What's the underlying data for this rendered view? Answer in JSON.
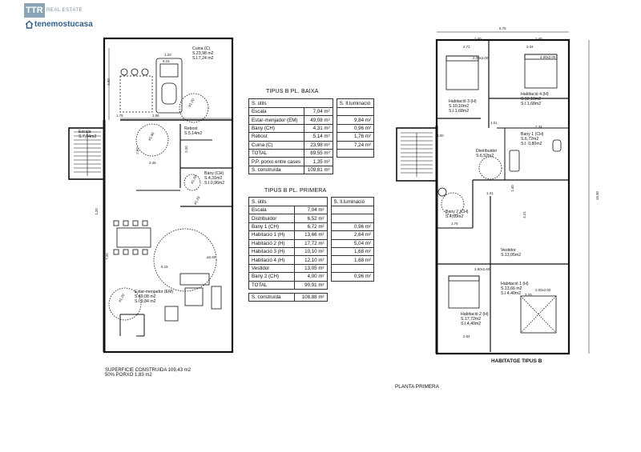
{
  "brand": {
    "logo_text": "TTR",
    "logo_sub": "REAL ESTATE",
    "site": "tenemostucasa",
    "home_icon": "house-outline-icon",
    "color": "#2f5f8a"
  },
  "ground_floor": {
    "rooms": {
      "cuina": [
        "Cuina (C)",
        "S.23,98 m2",
        "S.I.7,24 m2"
      ],
      "escala": [
        "Escala",
        "S.7,04m2"
      ],
      "rebost": [
        "Rebost",
        "S.5,14m2"
      ],
      "bany": [
        "Bany (CH)",
        "S.4,31m2",
        "S.I.0,96m2"
      ],
      "estar": [
        "Estar-menjador (EM)",
        "S.49,08 m2",
        "S.I.9,84 m2"
      ]
    },
    "dims": [
      "1.20",
      "6.15",
      "3.90",
      "1.75",
      "1.86",
      "2.60",
      "2.20",
      "2.46",
      "1.20",
      "7.20",
      "6.15",
      "ø2.60",
      "ø1.20",
      "ø1.80",
      "ø1.20",
      "ø1.20",
      "ø1.20"
    ],
    "caption": [
      "SUPERFICIE CONSTRUIDA 109,43 m2",
      "50% PORXO 1,83 m2"
    ]
  },
  "table_baixa": {
    "title": "TIPUS B PL. BAIXA",
    "header": [
      "S. útils",
      "S. Il.luminació"
    ],
    "rows": [
      [
        "Escala",
        "7,04 m²",
        ""
      ],
      [
        "Estar-menjador (EM)",
        "49,08 m²",
        "9,84 m²"
      ],
      [
        "Bany (CH)",
        "4,31 m²",
        "0,96 m²"
      ],
      [
        "Rebost",
        "5,14 m²",
        "1,76 m²"
      ],
      [
        "Cuina (C)",
        "23,98 m²",
        "7,24 m²"
      ],
      [
        "TOTAL",
        "89,55 m²",
        ""
      ],
      [
        "P.P. porxo entre cases",
        "1,35 m²",
        ""
      ]
    ],
    "footer": [
      "S. construïda",
      "109,81 m²"
    ]
  },
  "table_primera": {
    "title": "TIPUS B PL. PRIMERA",
    "header": [
      "S. útils",
      "S. Il.luminació"
    ],
    "rows": [
      [
        "Escala",
        "7,04 m²",
        ""
      ],
      [
        "Distribuidor",
        "6,52 m²",
        ""
      ],
      [
        "Bany 1 (CH)",
        "6,72 m²",
        "0,96 m²"
      ],
      [
        "Habitació 1 (H)",
        "13,66 m²",
        "2,64 m²"
      ],
      [
        "Habitació 2 (H)",
        "17,72 m²",
        "5,04 m²"
      ],
      [
        "Habitació 3 (H)",
        "10,10 m²",
        "1,68 m²"
      ],
      [
        "Habitació 4 (H)",
        "12,10 m²",
        "1,68 m²"
      ],
      [
        "Vestidor",
        "13,05 m²",
        ""
      ],
      [
        "Bany 2 (CH)",
        "4,00 m²",
        "0,96 m²"
      ],
      [
        "TOTAL",
        "90,91 m²",
        ""
      ]
    ],
    "footer": [
      "S. construïda",
      "108,88 m²"
    ]
  },
  "first_floor": {
    "rooms": {
      "hab3": [
        "Habitació 3 (H)",
        "S.10,10m2",
        "S.I.1,68m2"
      ],
      "hab4": [
        "Habitació 4 (H)",
        "S.12,10m2",
        "S.I.1,68m2"
      ],
      "bany1": [
        "Bany 1 (CH)",
        "S.6,72m2",
        "S.I. 0,80m2"
      ],
      "distribuidor": [
        "Distribuidor",
        "S.6,52m2"
      ],
      "bany2": [
        "Bany 2 (CH)",
        "S.4,00m2"
      ],
      "vestidor": [
        "Vestidor",
        "S.13,05m2"
      ],
      "hab2": [
        "Habitació 2 (H)",
        "S.17,72m2",
        "S.I.4,40m2"
      ],
      "hab1": [
        "Habitació 1 (H)",
        "S.13,66 m2",
        "S.I.4,40m2"
      ]
    },
    "dims": [
      "6.75",
      "1.40",
      "1.40",
      "2.71",
      "2.00x2.00",
      "3.34",
      "2.00x2.00",
      "1.01",
      "2.34",
      "3.00",
      "1.31",
      "1.40",
      "1.76",
      "4.21",
      "15.50",
      "2.80x2.60",
      "2.00x2.00",
      "2.84",
      "3.20"
    ],
    "caption": "HABITATGE TIPUS B",
    "planta": "PLANTA PRIMERA"
  }
}
